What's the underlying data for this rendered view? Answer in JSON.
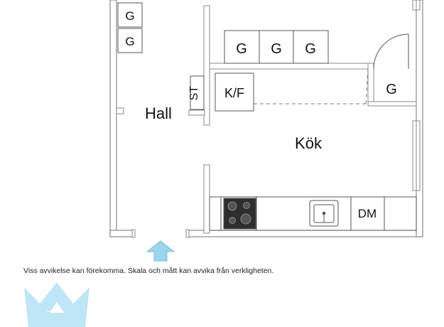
{
  "rooms": {
    "hall": "Hall",
    "kitchen": "Kök"
  },
  "appliances": {
    "closet_hall_1": "G",
    "closet_hall_2": "G",
    "closet_row_1": "G",
    "closet_row_2": "G",
    "closet_row_3": "G",
    "closet_corner": "G",
    "fridge_freezer": "K/F",
    "storage": "ST",
    "dishwasher": "DM"
  },
  "entrance_arrow": "entrance-arrow",
  "disclaimer": "Viss avvikelse kan förekomma. Skala och mått kan avvika från verkligheten.",
  "logo": "crown-logo-watermark",
  "colors": {
    "wall": "#8a8a8a",
    "line": "#555555",
    "arrow": "#9ed3ec",
    "logo": "#bfe6f6",
    "stove": "#2e2e2e"
  }
}
